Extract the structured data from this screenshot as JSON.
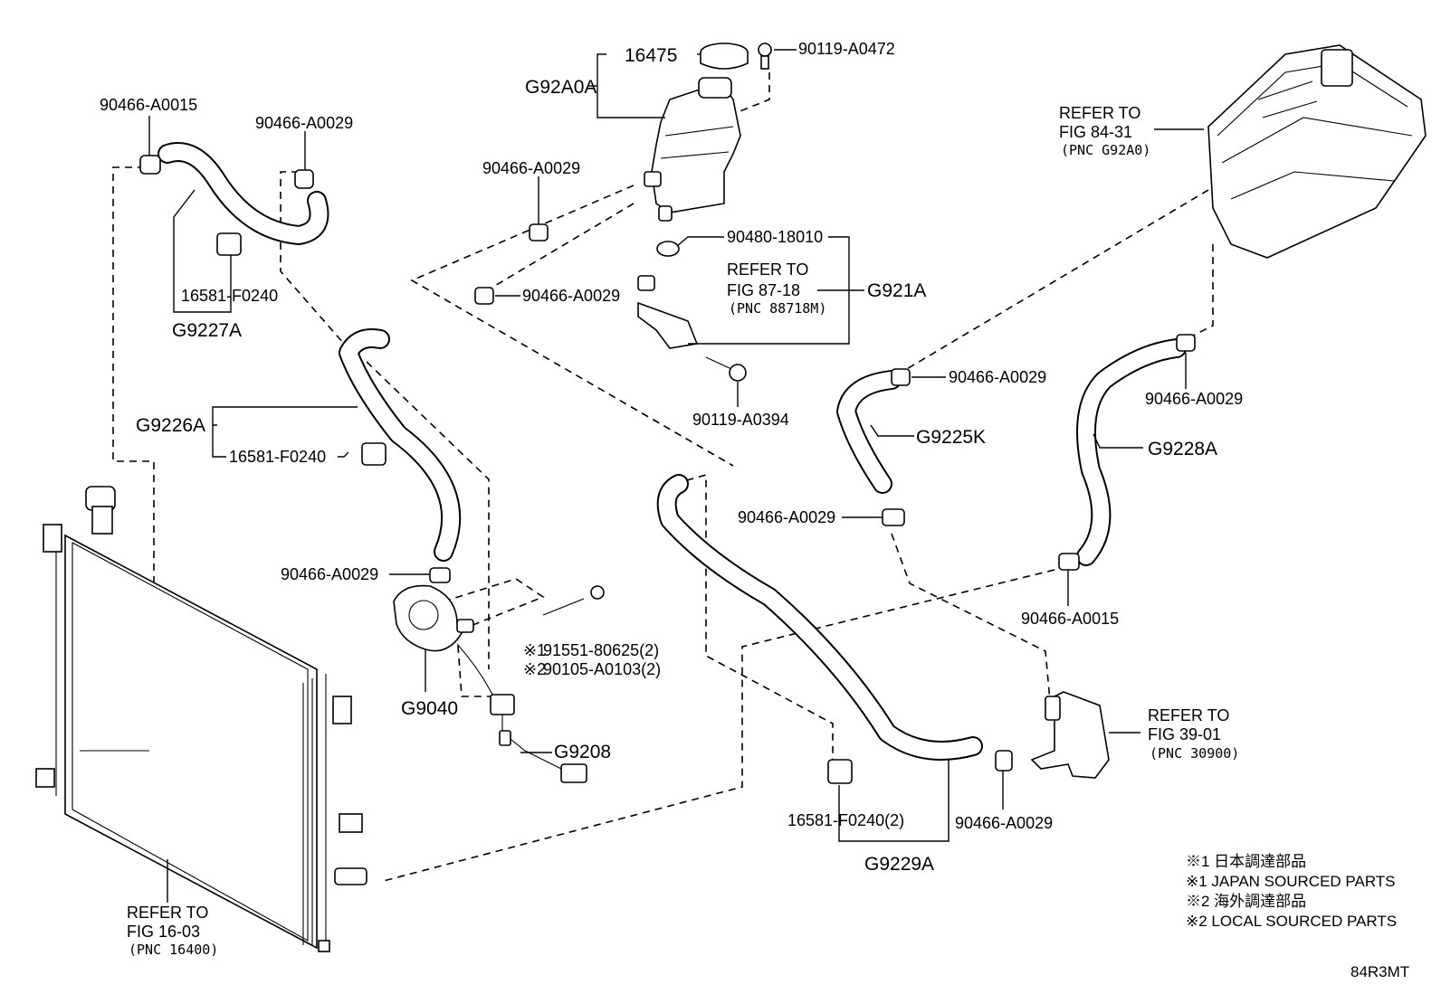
{
  "labels": {
    "p16475": "16475",
    "pG92A0A": "G92A0A",
    "p90119_A0472": "90119-A0472",
    "p90466_A0015_tl": "90466-A0015",
    "p90466_A0029_t": "90466-A0029",
    "p90466_A0029_mid": "90466-A0029",
    "p90466_A0029_clamp": "90466-A0029",
    "p16581_F0240_a": "16581-F0240",
    "pG9227A": "G9227A",
    "p90480_18010": "90480-18010",
    "pG921A": "G921A",
    "p90119_A0394": "90119-A0394",
    "pG9226A": "G9226A",
    "p16581_F0240_b": "16581-F0240",
    "p90466_A0029_pump": "90466-A0029",
    "p91551": "91551-80625(2)",
    "p90105": "90105-A0103(2)",
    "pG9040": "G9040",
    "pG9208": "G9208",
    "p90466_A0029_r1": "90466-A0029",
    "pG9225K": "G9225K",
    "p90466_A0029_r2": "90466-A0029",
    "pG9228A": "G9228A",
    "p90466_A0029_r3": "90466-A0029",
    "p90466_A0015_r": "90466-A0015",
    "p16581_F0240_2": "16581-F0240(2)",
    "p90466_A0029_b": "90466-A0029",
    "pG9229A": "G9229A"
  },
  "marks": {
    "note1": "※1",
    "note2": "※2"
  },
  "refs": {
    "fig87": {
      "line1": "REFER TO",
      "line2": "FIG 87-18",
      "line3": "(PNC 88718M)"
    },
    "fig84": {
      "line1": "REFER TO",
      "line2": "FIG 84-31",
      "line3": "(PNC G92A0)"
    },
    "fig39": {
      "line1": "REFER TO",
      "line2": "FIG 39-01",
      "line3": "(PNC 30900)"
    },
    "fig16": {
      "line1": "REFER TO",
      "line2": "FIG 16-03",
      "line3": "(PNC 16400)"
    }
  },
  "legend": {
    "l1": "※1 日本調達部品",
    "l2": "※1 JAPAN SOURCED PARTS",
    "l3": "※2 海外調達部品",
    "l4": "※2 LOCAL SOURCED PARTS"
  },
  "diagram_code": "84R3MT"
}
